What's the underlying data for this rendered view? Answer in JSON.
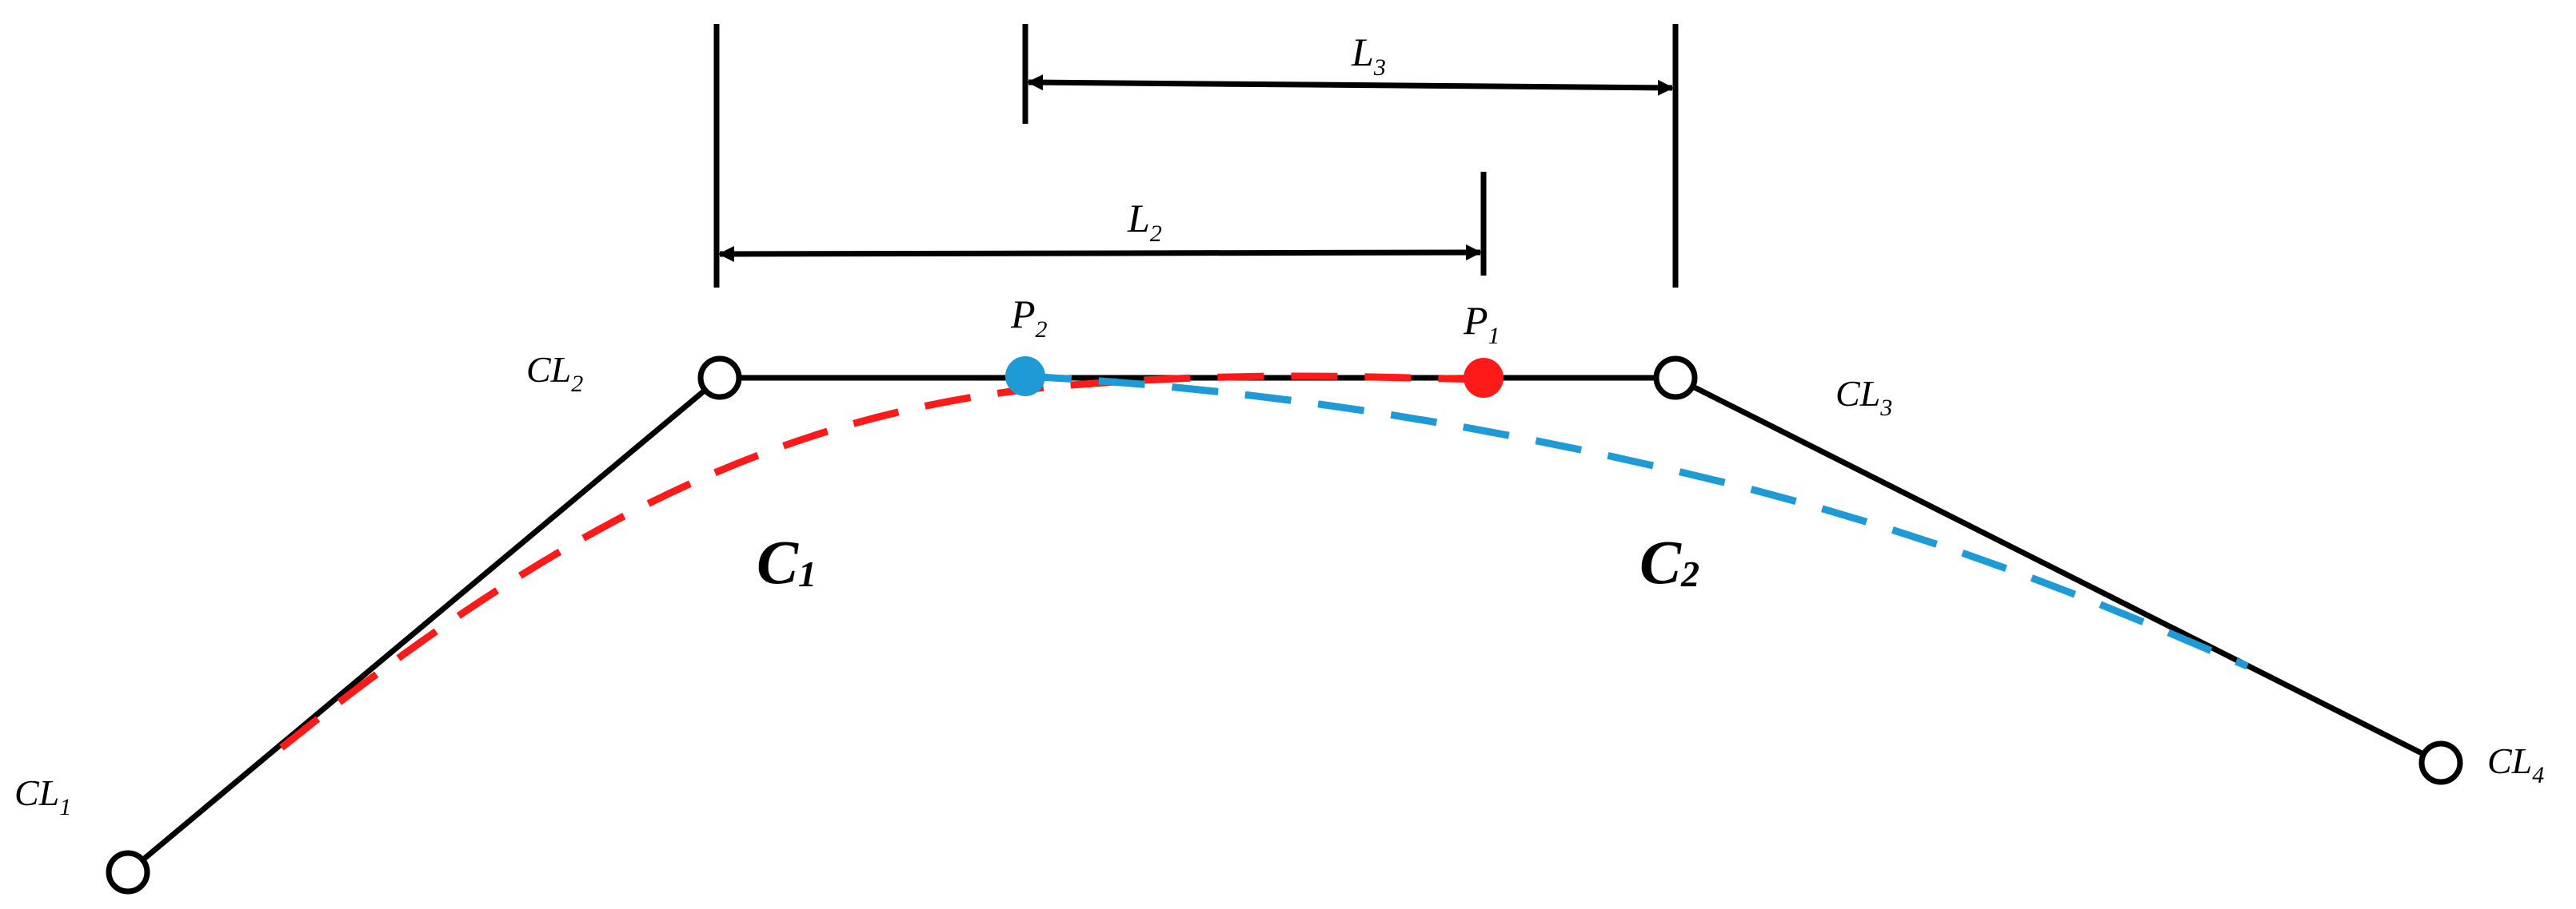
{
  "colors": {
    "line": "#000000",
    "curve1": "#ff1a1a",
    "curve2": "#1e9ad6",
    "node_fill": "#ffffff"
  },
  "labels": {
    "cl1": {
      "main": "CL",
      "sub": "1"
    },
    "cl2": {
      "main": "CL",
      "sub": "2"
    },
    "cl3": {
      "main": "CL",
      "sub": "3"
    },
    "cl4": {
      "main": "CL",
      "sub": "4"
    },
    "l2": {
      "main": "L",
      "sub": "2"
    },
    "l3": {
      "main": "L",
      "sub": "3"
    },
    "p1": {
      "main": "P",
      "sub": "1"
    },
    "p2": {
      "main": "P",
      "sub": "2"
    },
    "c1": {
      "main": "C",
      "sub": "1"
    },
    "c2": {
      "main": "C",
      "sub": "2"
    }
  }
}
